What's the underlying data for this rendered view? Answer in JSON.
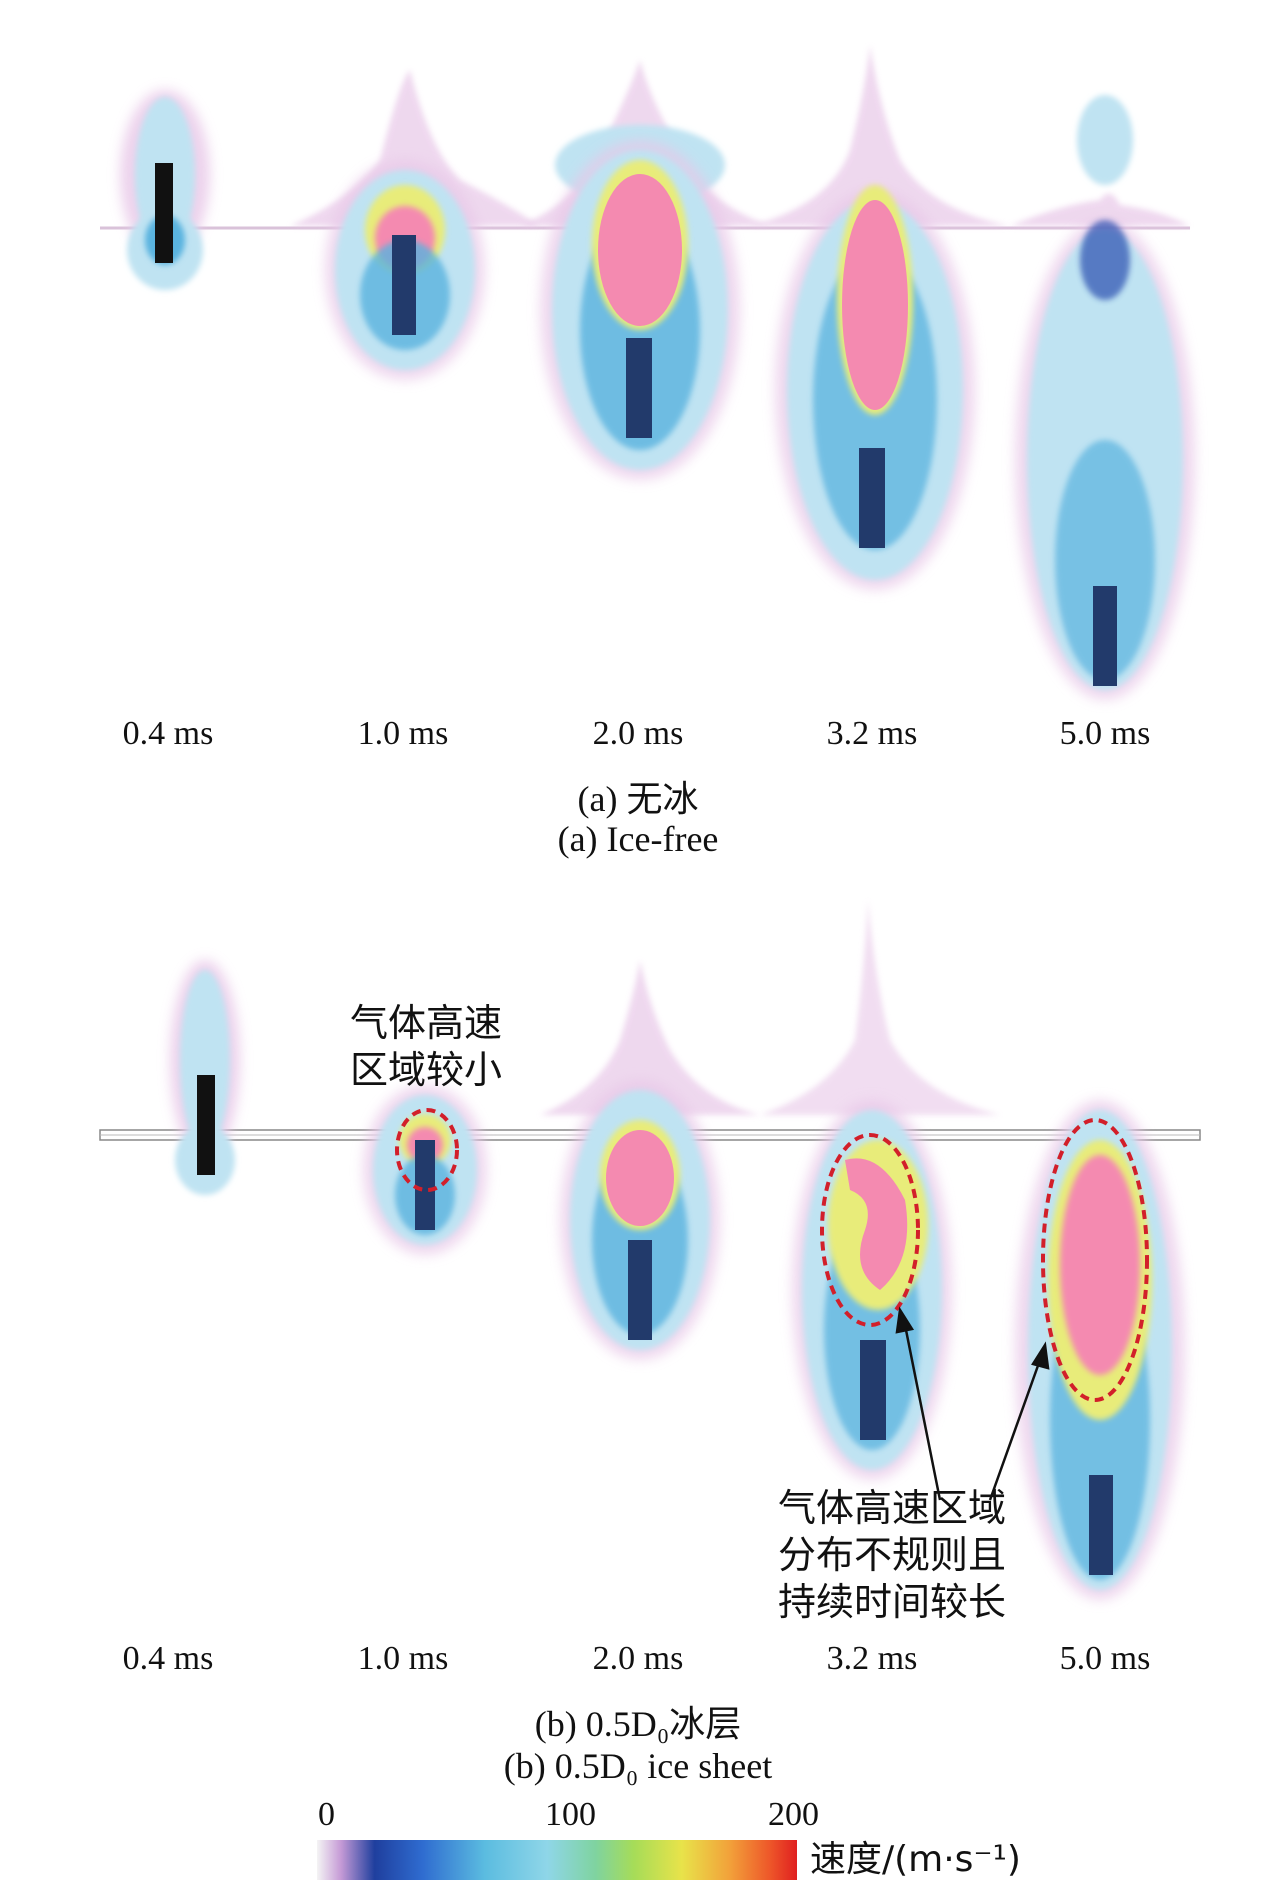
{
  "panel_a": {
    "times": [
      "0.4 ms",
      "1.0 ms",
      "2.0 ms",
      "3.2 ms",
      "5.0 ms"
    ],
    "caption_cn": "(a) 无冰",
    "caption_en": "(a) Ice-free"
  },
  "panel_b": {
    "times": [
      "0.4 ms",
      "1.0 ms",
      "2.0 ms",
      "3.2 ms",
      "5.0 ms"
    ],
    "caption_cn": "(b) 0.5D₀冰层",
    "caption_en": "(b) 0.5D₀ ice sheet",
    "note_small": [
      "气体高速",
      "区域较小"
    ],
    "note_irregular": [
      "气体高速区域",
      "分布不规则且",
      "持续时间较长"
    ]
  },
  "colorbar": {
    "ticks": [
      "0",
      "100",
      "200"
    ],
    "label": "速度/(m·s⁻¹)",
    "colors": [
      "#f4f4f4",
      "#c59ad6",
      "#1f3f9e",
      "#2f6cd0",
      "#5bbce0",
      "#8fd6e8",
      "#7fd3a0",
      "#a6dc58",
      "#e8e34a",
      "#f2a13a",
      "#ee5a2a",
      "#e02020"
    ]
  },
  "colors": {
    "halo": "#e8c8e8",
    "outer": "#bfe3f2",
    "mid": "#5ab3df",
    "deep": "#2a4fb0",
    "yellow": "#e8ec7a",
    "core": "#f48ab0",
    "annotation": "#d21f2a"
  }
}
